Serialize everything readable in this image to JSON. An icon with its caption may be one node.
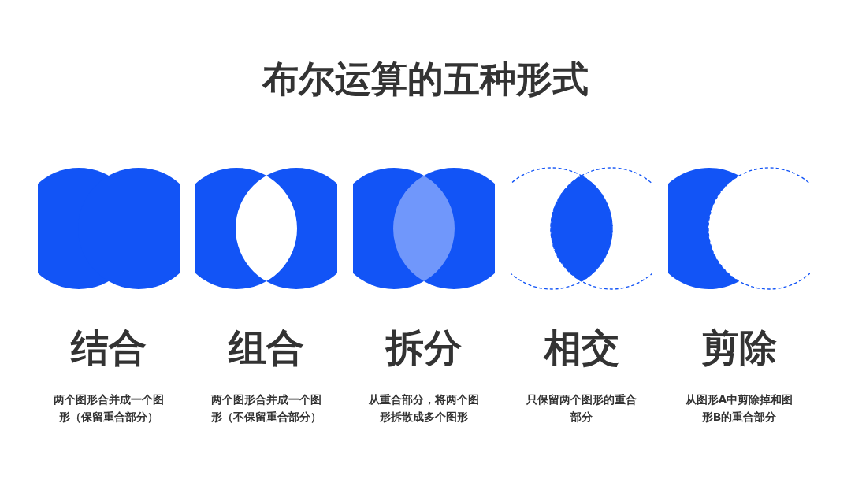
{
  "diagram": {
    "title": "布尔运算的五种形式",
    "labels": [
      "结合",
      "组合",
      "拆分",
      "相交",
      "剪除",
      "两个图形合并成一个图形（保留重合部分）",
      "两个图形合并成一个图形（不保留重合部分）",
      "从重合部分，将两个图形拆散成多个图形",
      "只保留两个图形的重合部分",
      "从图形A中剪除掉和图形B的重合部分"
    ]
  }
}
